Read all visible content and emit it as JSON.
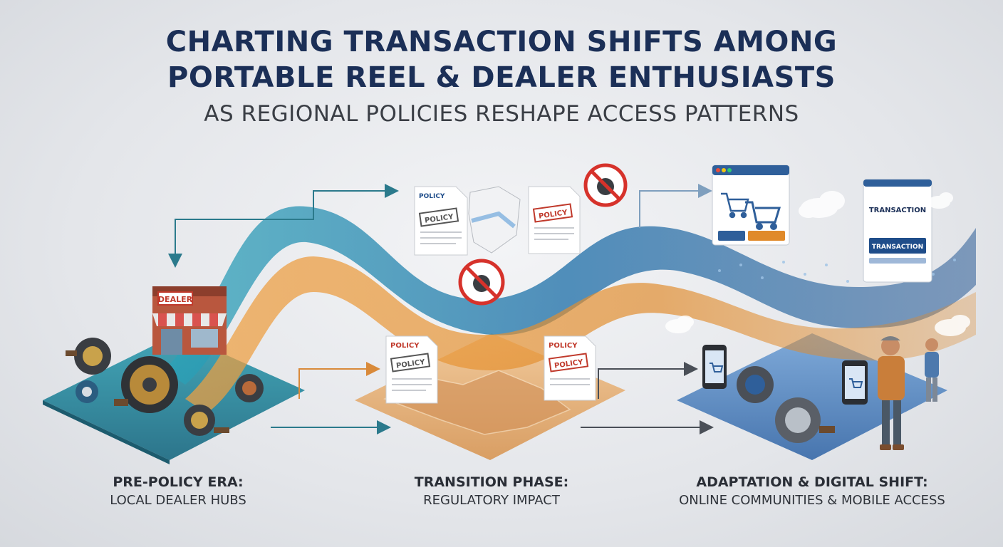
{
  "header": {
    "title_line1": "CHARTING TRANSACTION SHIFTS AMONG",
    "title_line2": "PORTABLE REEL & DEALER ENTHUSIASTS",
    "subtitle": "AS REGIONAL POLICIES RESHAPE ACCESS PATTERNS"
  },
  "stages": [
    {
      "title": "PRE-POLICY ERA:",
      "subtitle": "LOCAL DEALER HUBS"
    },
    {
      "title": "TRANSITION PHASE:",
      "subtitle": "REGULATORY IMPACT"
    },
    {
      "title": "ADAPTATION & DIGITAL SHIFT:",
      "subtitle": "ONLINE COMMUNITIES & MOBILE ACCESS"
    }
  ],
  "scene": {
    "store_sign": "DEALER",
    "policy_doc_label": "POLICY",
    "policy_stamp": "POLICY",
    "transaction_panel_title": "TRANSACTION",
    "transaction_panel_button": "TRANSACTION"
  },
  "colors": {
    "title": "#1b2f57",
    "stream_blue": "#1f6fa8",
    "stream_orange": "#e08a2a",
    "platform_teal": "#2f8fa6",
    "platform_tan": "#e6b886",
    "platform_blue": "#5b8fc9",
    "stamp_red": "#c0392b"
  },
  "icons": [
    "fishing-reel-icon",
    "no-reel-icon",
    "shopping-cart-icon",
    "cloud-icon",
    "smartphone-icon",
    "person-icon",
    "dealer-store-icon",
    "policy-document-icon",
    "region-map-icon"
  ]
}
